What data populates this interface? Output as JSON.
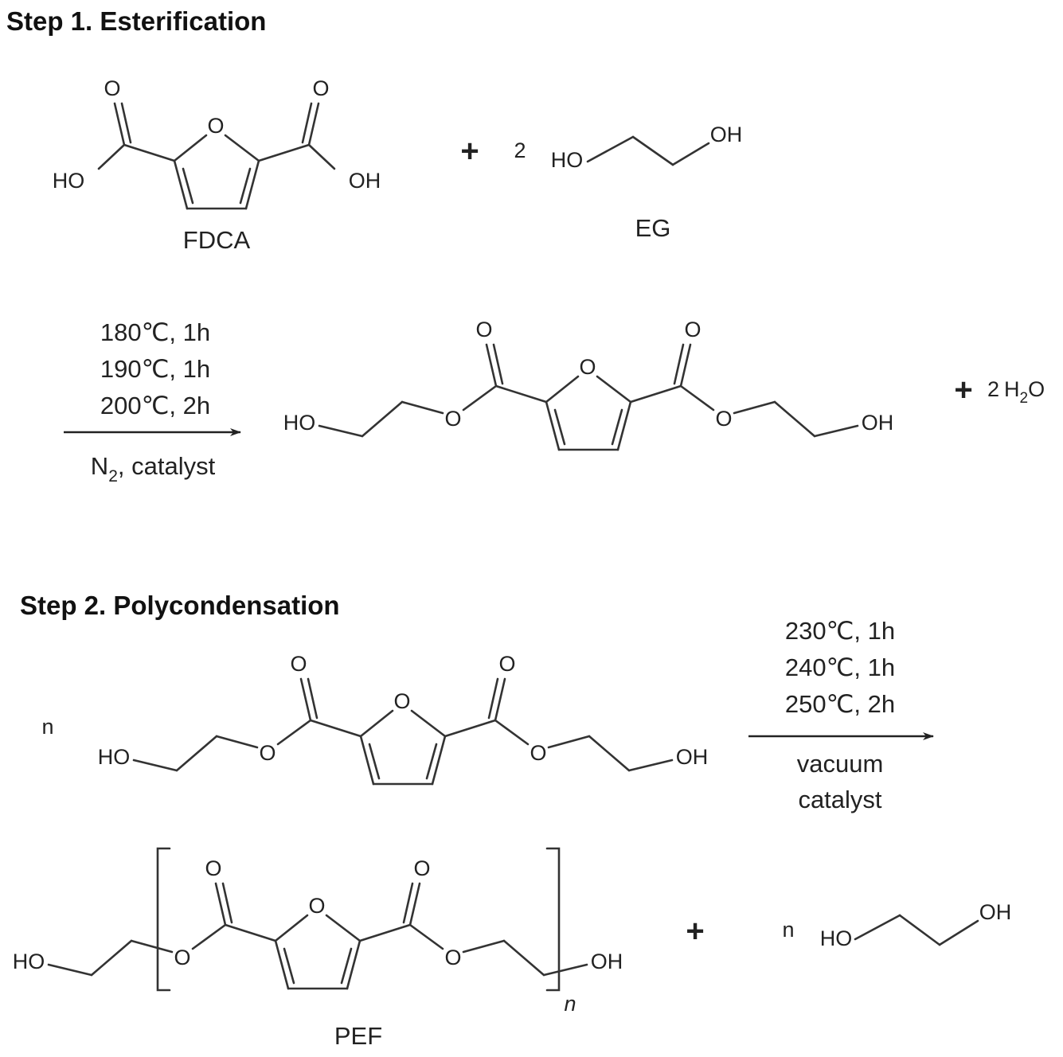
{
  "headers": {
    "step1_title": "Step 1. Esterification",
    "step2_title": "Step 2. Polycondensation"
  },
  "atoms": {
    "O": "O",
    "HO": "HO",
    "OH": "OH"
  },
  "step1": {
    "reactant1_name": "FDCA",
    "plus": "+",
    "eg_coefficient": "2",
    "reactant2_name": "EG",
    "conditions": [
      "180℃, 1h",
      "190℃, 1h",
      "200℃, 2h"
    ],
    "below_arrow": {
      "main": "N",
      "sub": "2",
      "rest": ", catalyst"
    },
    "byproduct": {
      "plus": "+",
      "coefficient": "2",
      "h": "H",
      "sub": "2",
      "o": "O"
    }
  },
  "step2": {
    "reactant_coefficient": "n",
    "conditions": [
      "230℃, 1h",
      "240℃, 1h",
      "250℃, 2h"
    ],
    "below_arrow": [
      "vacuum",
      "catalyst"
    ],
    "product_name": "PEF",
    "repeat_subscript": "n",
    "plus": "+",
    "eg_coefficient": "n"
  }
}
